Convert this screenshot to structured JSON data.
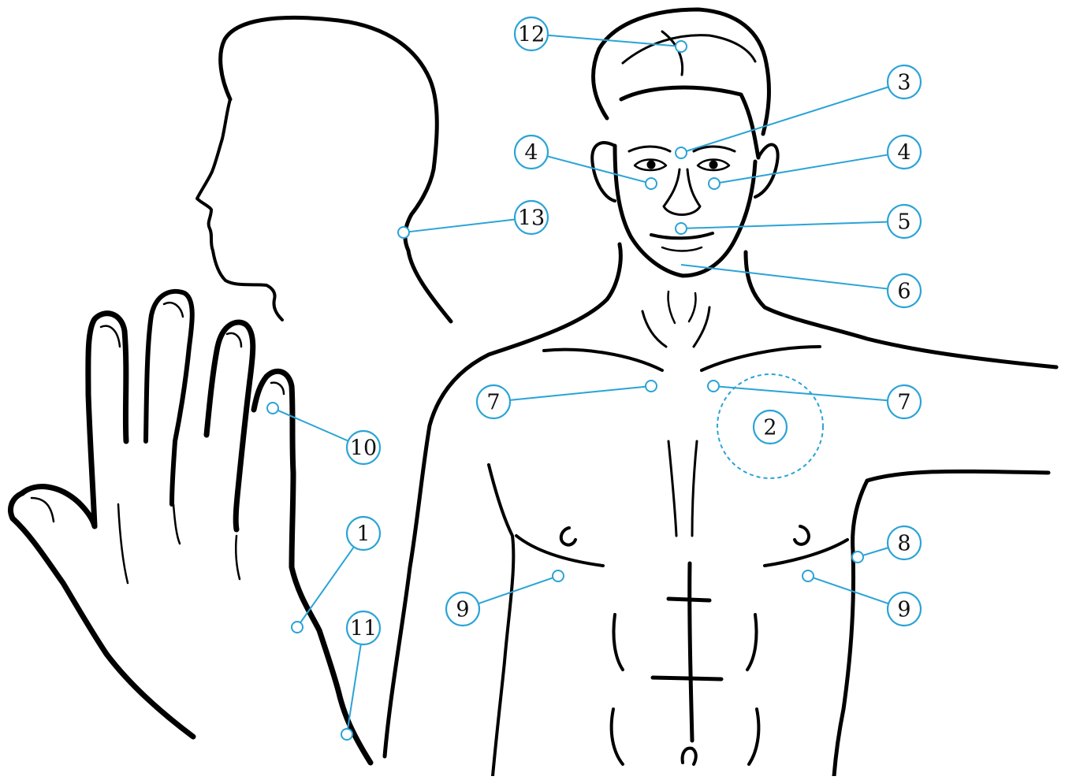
{
  "figure": {
    "colors": {
      "outline": "#000000",
      "marker": "#2aa3d6",
      "background": "#ffffff"
    },
    "illustrations": [
      "head-profile",
      "hand",
      "front-torso"
    ],
    "markers": [
      {
        "id": "m1",
        "label": "1"
      },
      {
        "id": "m2",
        "label": "2",
        "style": "dashed-area"
      },
      {
        "id": "m3",
        "label": "3"
      },
      {
        "id": "m4a",
        "label": "4"
      },
      {
        "id": "m4b",
        "label": "4"
      },
      {
        "id": "m5",
        "label": "5"
      },
      {
        "id": "m6",
        "label": "6"
      },
      {
        "id": "m7a",
        "label": "7"
      },
      {
        "id": "m7b",
        "label": "7"
      },
      {
        "id": "m8",
        "label": "8"
      },
      {
        "id": "m9a",
        "label": "9"
      },
      {
        "id": "m9b",
        "label": "9"
      },
      {
        "id": "m10",
        "label": "10"
      },
      {
        "id": "m11",
        "label": "11"
      },
      {
        "id": "m12",
        "label": "12"
      },
      {
        "id": "m13",
        "label": "13"
      }
    ]
  }
}
